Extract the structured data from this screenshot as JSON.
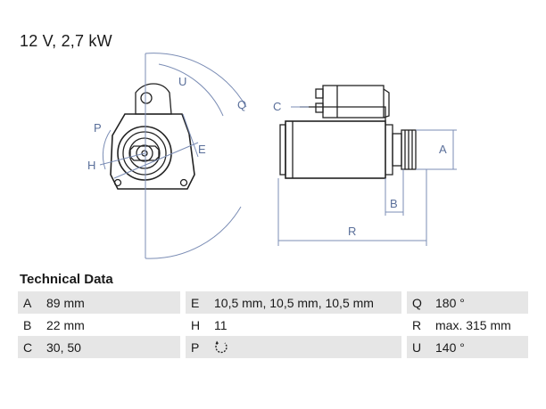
{
  "headline": "12 V, 2,7 kW",
  "drawing_labels": {
    "U": "U",
    "Q": "Q",
    "P": "P",
    "H": "H",
    "E": "E",
    "C": "C",
    "A": "A",
    "B": "B",
    "R": "R"
  },
  "section_title": "Technical Data",
  "specs": [
    {
      "k1": "A",
      "v1": "89 mm",
      "k2": "E",
      "v2": "10,5 mm, 10,5 mm, 10,5 mm",
      "k3": "Q",
      "v3": "180 °"
    },
    {
      "k1": "B",
      "v1": "22 mm",
      "k2": "H",
      "v2": "11",
      "k3": "R",
      "v3": "max. 315 mm"
    },
    {
      "k1": "C",
      "v1": "30, 50",
      "k2": "P",
      "v2_icon": "counterclockwise-rotation-icon",
      "k3": "U",
      "v3": "140 °"
    }
  ],
  "colors": {
    "row_shade": "#e6e6e6",
    "dimension_lines": "#7b8db5",
    "outline": "#222222"
  }
}
